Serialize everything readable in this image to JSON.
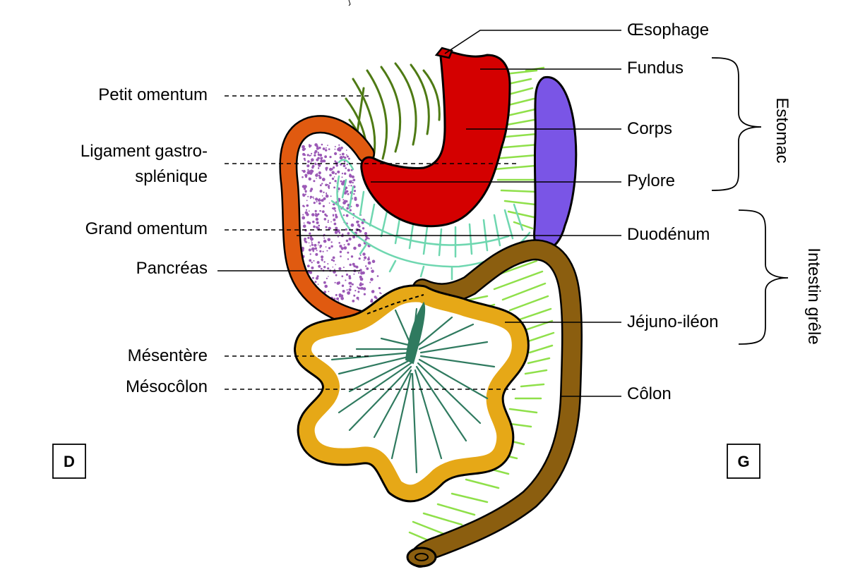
{
  "labels": {
    "oesophage": "Œsophage",
    "fundus": "Fundus",
    "corps": "Corps",
    "pylore": "Pylore",
    "duodenum": "Duodénum",
    "jejuno_ileon": "Jéjuno-iléon",
    "colon": "Côlon",
    "petit_omentum": "Petit omentum",
    "ligament_line1": "Ligament gastro-",
    "ligament_line2": "splénique",
    "grand_omentum": "Grand omentum",
    "pancreas": "Pancréas",
    "mesentere": "Mésentère",
    "mesocolon": "Mésocôlon"
  },
  "groups": {
    "estomac": "Estomac",
    "intestin_grele": "Intestin grêle"
  },
  "orientation": {
    "right_side": "D",
    "left_side": "G"
  },
  "colors": {
    "stomach": "#d40000",
    "spleen": "#7a55e6",
    "pancreas_dots": "#9b59b6",
    "duodenum": "#e05a10",
    "jejunum": "#e6a817",
    "colon": "#8b5e0f",
    "lesser_omentum": "#4e7a14",
    "greater_omentum_lines": "#8fe04a",
    "mesentery": "#2f7a5f",
    "pancreas_area_lines": "#6fd7b0"
  }
}
